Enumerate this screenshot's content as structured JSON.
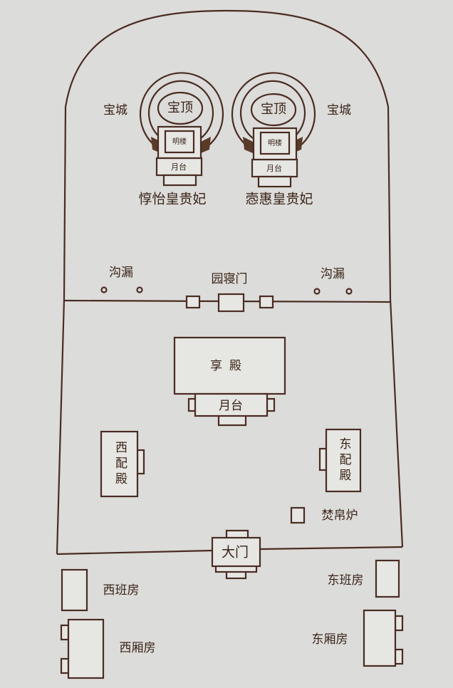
{
  "tombs": {
    "left": {
      "baocheng": "宝城",
      "baoding": "宝顶",
      "minglou": "明楼",
      "yuetai": "月台",
      "name": "惇怡皇贵妃"
    },
    "right": {
      "baocheng": "宝城",
      "baoding": "宝顶",
      "minglou": "明楼",
      "yuetai": "月台",
      "name": "悫惠皇贵妃"
    }
  },
  "wall": {
    "drain_left": "沟漏",
    "drain_right": "沟漏",
    "inner_gate": "园寝门"
  },
  "courtyard": {
    "main_hall": "享殿",
    "main_hall_platform": "月台",
    "west_hall": "西配殿",
    "east_hall": "东配殿",
    "burner": "焚帛炉",
    "main_gate": "大门"
  },
  "outside": {
    "west_guard": "西班房",
    "east_guard": "东班房",
    "west_wing": "西厢房",
    "east_wing": "东厢房"
  },
  "colors": {
    "line": "#4a2c22",
    "background": "#dcdcda"
  }
}
